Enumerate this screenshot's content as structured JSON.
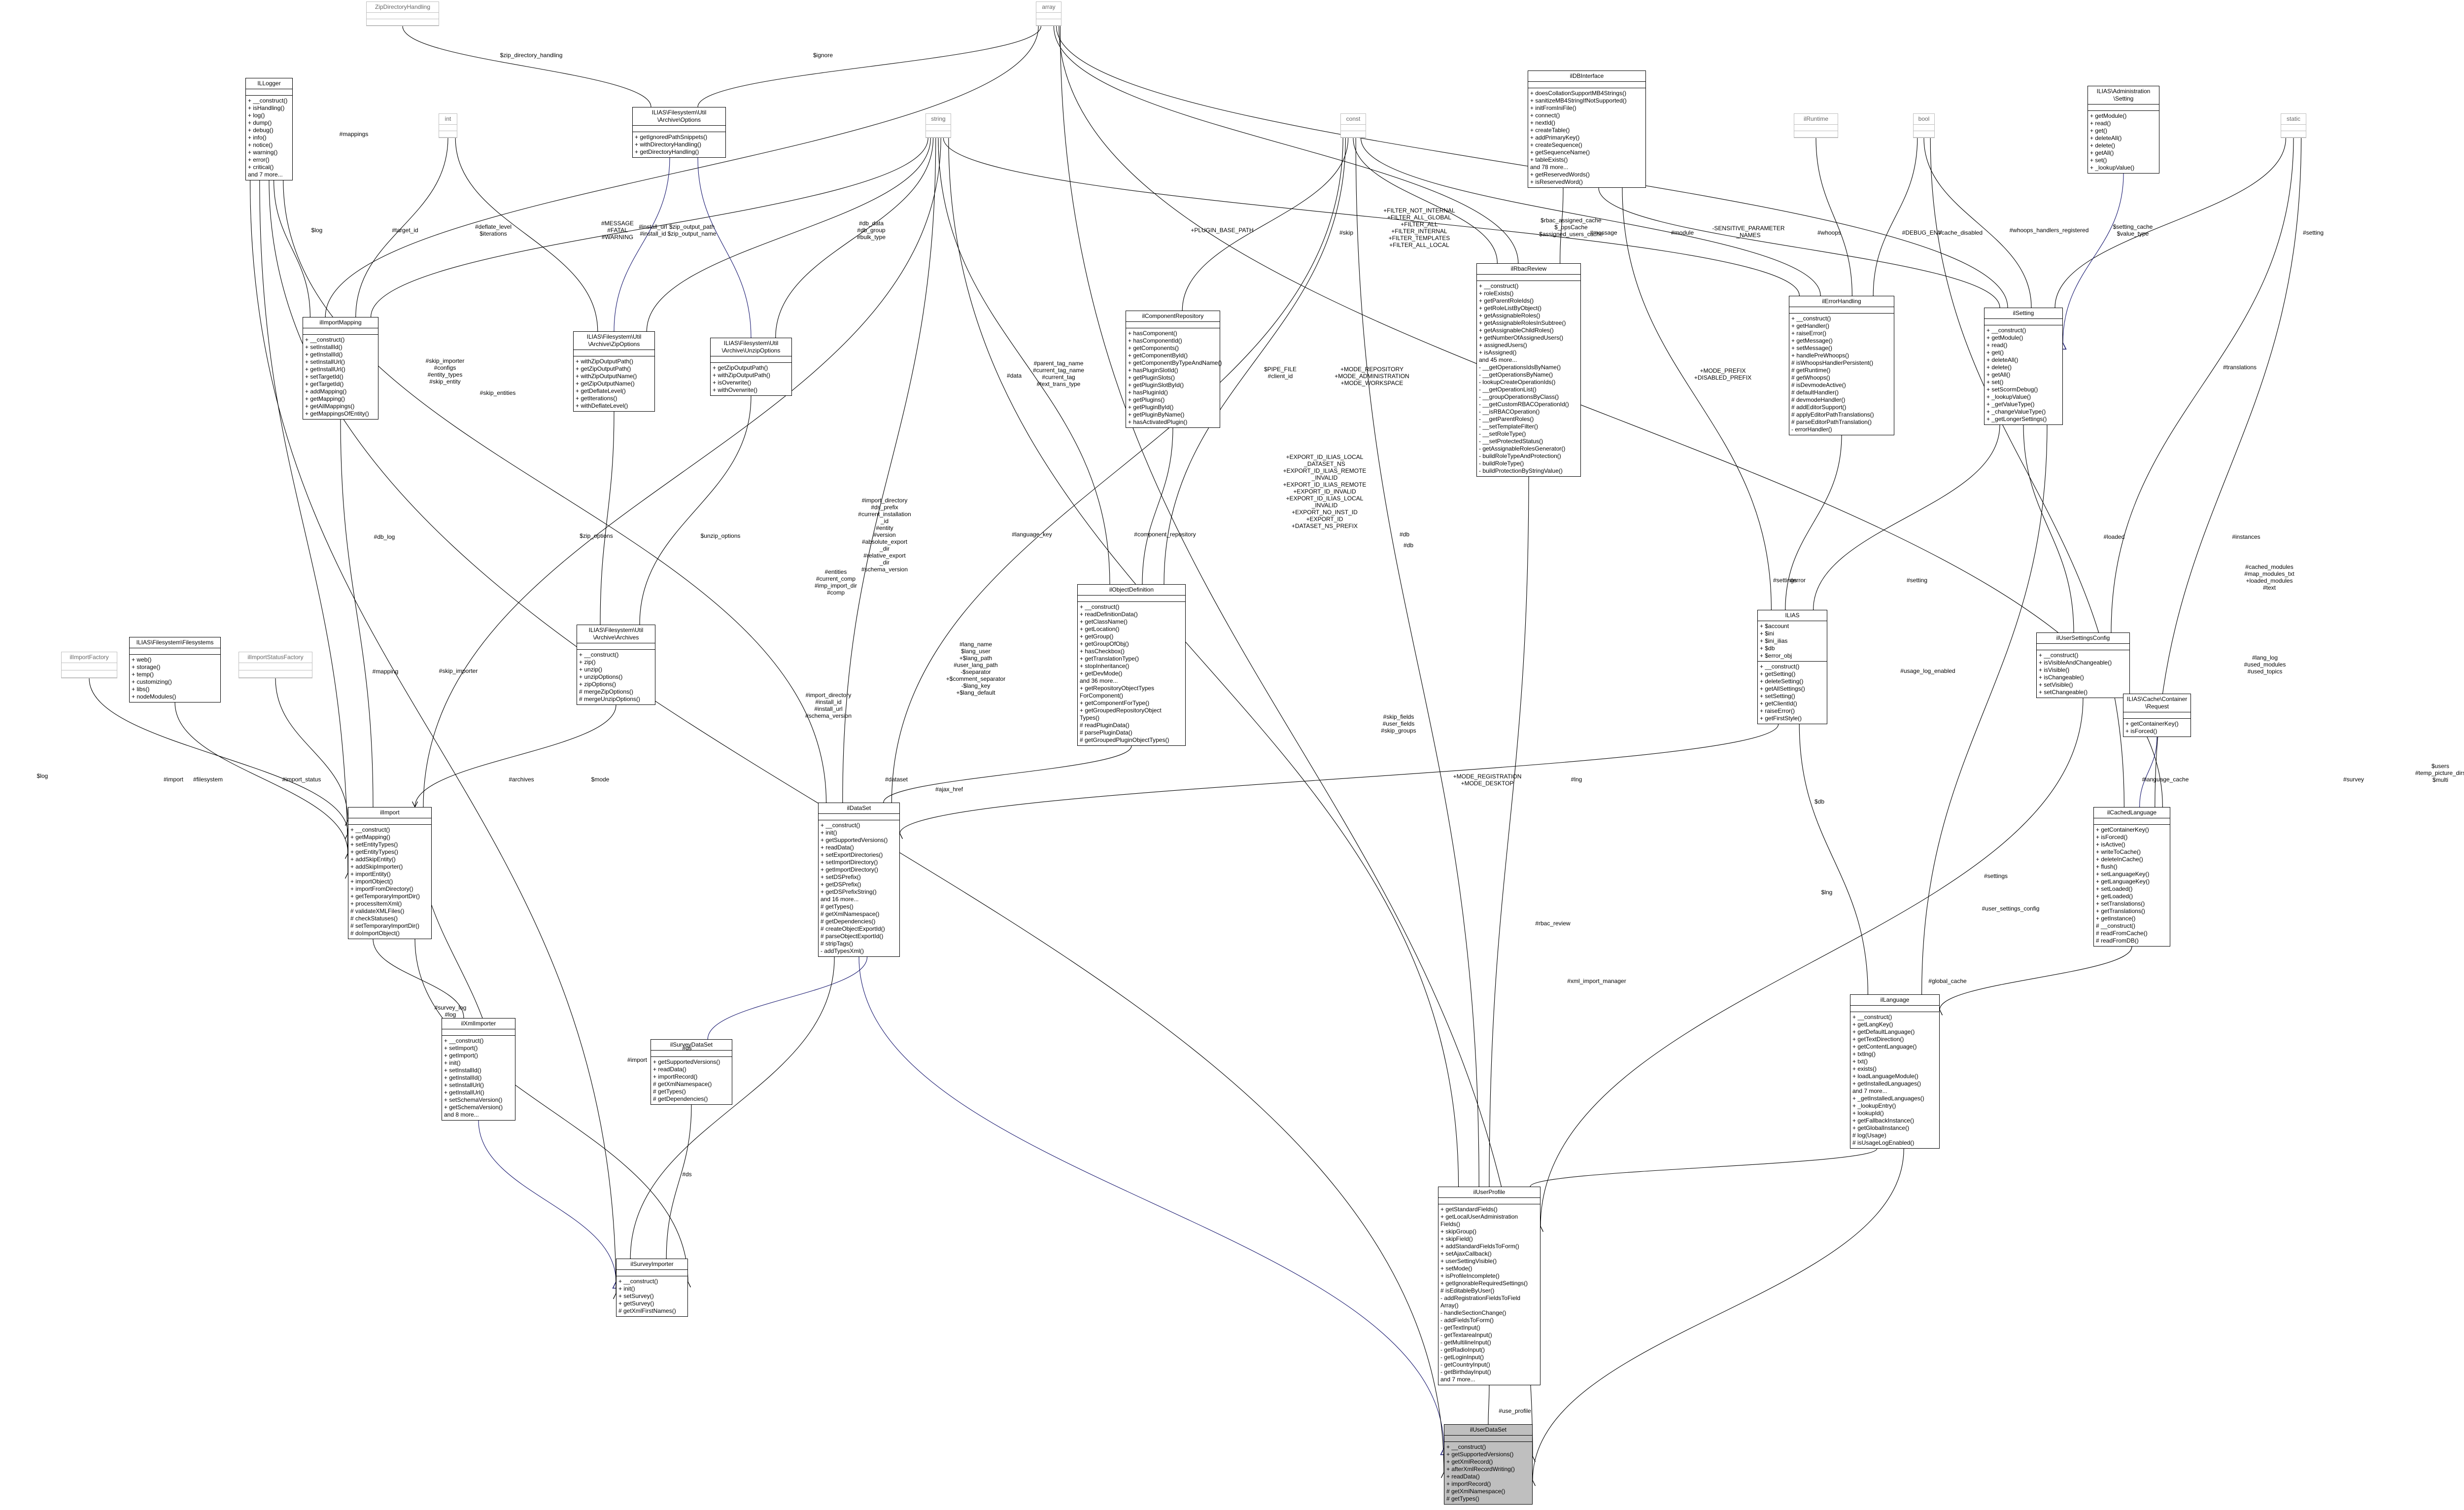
{
  "colors": {
    "edge": "#000000",
    "inherit": "#191970",
    "gray_node_border": "#bfbfbf",
    "focus_fill": "#bfbfbf"
  },
  "nodes": {
    "array": "array",
    "zipdir": "ZipDirectoryHandling",
    "ilogger": "ILLogger",
    "int": "int",
    "string": "string",
    "const": "const",
    "ildbinterface": "ilDBInterface",
    "ilruntime": "ilRuntime",
    "bool": "bool",
    "iladminsetting": "ILIAS\\Administration\n\\Setting",
    "static": "static",
    "archiveoptions": "ILIAS\\Filesystem\\Util\n\\Archive\\Options",
    "zipoptions": "ILIAS\\Filesystem\\Util\n\\Archive\\ZipOptions",
    "unzipoptions": "ILIAS\\Filesystem\\Util\n\\Archive\\UnzipOptions",
    "archives": "ILIAS\\Filesystem\\Util\n\\Archive\\Archives",
    "importmapping": "ilImportMapping",
    "ilrbacreview": "ilRbacReview",
    "ilcomponentrepo": "ilComponentRepository",
    "ilerrorhandling": "ilErrorHandling",
    "ilsetting": "ilSetting",
    "ilobjectdefinition": "ilObjectDefinition",
    "ilias": "ILIAS",
    "ilusersettingsconfig": "ilUserSettingsConfig",
    "cachecontainer": "ILIAS\\Cache\\Container\n\\Request",
    "ilimportfactory": "ilImportFactory",
    "filesystems": "ILIAS\\Filesystem\\Filesystems",
    "ilimportstatusfactory": "ilImportStatusFactory",
    "ilimport": "ilImport",
    "ildataset": "ilDataSet",
    "ilcachedlanguage": "ilCachedLanguage",
    "ilxmlimporter": "ilXmlImporter",
    "ilsurveydataset": "ilSurveyDataSet",
    "illanguage": "ilLanguage",
    "ilsurveyimporter": "ilSurveyImporter",
    "iluserprofile": "ilUserProfile",
    "iluserdataset": "ilUserDataSet"
  },
  "members": {
    "ilogger": [
      "+ __construct()\n+ isHandling()\n+ log()\n+ dump()\n+ debug()\n+ info()\n+ notice()\n+ warning()\n+ error()\n+ critical()\nand 7 more..."
    ],
    "ildbinterface": [
      "+ doesCollationSupportMB4Strings()\n+ sanitizeMB4StringIfNotSupported()\n+ initFromIniFile()\n+ connect()\n+ nextId()\n+ createTable()\n+ addPrimaryKey()\n+ createSequence()\n+ getSequenceName()\n+ tableExists()\nand 78 more...\n+ getReservedWords()\n+ isReservedWord()"
    ],
    "iladminsetting": [
      "+ getModule()\n+ read()\n+ get()\n+ deleteAll()\n+ delete()\n+ getAll()\n+ set()\n+ _lookupValue()"
    ],
    "archiveoptions": [
      "+ getIgnoredPathSnippets()\n+ withDirectoryHandling()\n+ getDirectoryHandling()"
    ],
    "zipoptions": [
      "+ withZipOutputPath()\n+ getZipOutputPath()\n+ withZipOutputName()\n+ getZipOutputName()\n+ getDeflateLevel()\n+ getIterations()\n+ withDeflateLevel()"
    ],
    "unzipoptions": [
      "+ getZipOutputPath()\n+ withZipOutputPath()\n+ isOverwrite()\n+ withOverwrite()"
    ],
    "archives": [
      "+ __construct()\n+ zip()\n+ unzip()\n+ unzipOptions()\n+ zipOptions()\n# mergeZipOptions()\n# mergeUnzipOptions()"
    ],
    "importmapping": [
      "+ __construct()\n+ setInstallId()\n+ getInstallId()\n+ setInstallUrl()\n+ getInstallUrl()\n+ setTargetId()\n+ getTargetId()\n+ addMapping()\n+ getMapping()\n+ getAllMappings()\n+ getMappingsOfEntity()"
    ],
    "ilrbacreview": [
      "+ __construct()\n+ roleExists()\n+ getParentRoleIds()\n+ getRoleListByObject()\n+ getAssignableRoles()\n+ getAssignableRolesInSubtree()\n+ getAssignableChildRoles()\n+ getNumberOfAssignedUsers()\n+ assignedUsers()\n+ isAssigned()\nand 45 more...\n- __getOperationsIdsByName()\n- __getOperationsByName()\n- lookupCreateOperationIds()\n- __getOperationList()\n- __groupOperationsByClass()\n- __getCustomRBACOperationId()\n- __isRBACOperation()\n- __getParentRoles()\n- __setTemplateFilter()\n- __setRoleType()\n- __setProtectedStatus()\n- getAssignableRolesGenerator()\n- buildRoleTypeAndProtection()\n- buildRoleType()\n- buildProtectionByStringValue()"
    ],
    "ilcomponentrepo": [
      "+ hasComponent()\n+ hasComponentId()\n+ getComponents()\n+ getComponentById()\n+ getComponentByTypeAndName()\n+ hasPluginSlotId()\n+ getPluginSlots()\n+ getPluginSlotById()\n+ hasPluginId()\n+ getPlugins()\n+ getPluginById()\n+ getPluginByName()\n+ hasActivatedPlugin()"
    ],
    "ilerrorhandling": [
      "+ __construct()\n+ getHandler()\n+ raiseError()\n+ getMessage()\n+ setMessage()\n+ handlePreWhoops()\n# isWhoopsHandlerPersistent()\n# getRuntime()\n# getWhoops()\n# isDevmodeActive()\n# defaultHandler()\n# devmodeHandler()\n# addEditorSupport()\n# applyEditorPathTranslations()\n# parseEditorPathTranslation()\n- errorHandler()"
    ],
    "ilsetting": [
      "+ __construct()\n+ getModule()\n+ read()\n+ get()\n+ deleteAll()\n+ delete()\n+ getAll()\n+ set()\n+ setScormDebug()\n+ _lookupValue()\n+ _getValueType()\n+ _changeValueType()\n+ _getLongerSettings()"
    ],
    "ilobjectdefinition": [
      "+ __construct()\n+ readDefinitionData()\n+ getClassName()\n+ getLocation()\n+ getGroup()\n+ getGroupOfObj()\n+ hasCheckbox()\n+ getTranslationType()\n+ stopInheritance()\n+ getDevMode()\nand 36 more...\n+ getRepositoryObjectTypes\nForComponent()\n+ getComponentForType()\n+ getGroupedRepositoryObject\nTypes()\n# readPluginData()\n# parsePluginData()\n# getGroupedPluginObjectTypes()"
    ],
    "ilias": [
      "+ $account\n+ $ini\n+ $ini_ilias\n+ $db\n+ $error_obj",
      "+ __construct()\n+ getSetting()\n+ deleteSetting()\n+ getAllSettings()\n+ setSetting()\n+ getClientId()\n+ raiseError()\n+ getFirstStyle()"
    ],
    "ilusersettingsconfig": [
      "+ __construct()\n+ isVisibleAndChangeable()\n+ isVisible()\n+ isChangeable()\n+ setVisible()\n+ setChangeable()"
    ],
    "cachecontainer": [
      "+ getContainerKey()\n+ isForced()"
    ],
    "filesystems": [
      "+ web()\n+ storage()\n+ temp()\n+ customizing()\n+ libs()\n+ nodeModules()"
    ],
    "ilimport": [
      "+ __construct()\n+ getMapping()\n+ setEntityTypes()\n+ getEntityTypes()\n+ addSkipEntity()\n+ addSkipImporter()\n+ importEntity()\n+ importObject()\n+ importFromDirectory()\n+ getTemporaryImportDir()\n+ processItemXml()\n# validateXMLFiles()\n# checkStatuses()\n# setTemporaryImportDir()\n# doImportObject()"
    ],
    "ildataset": [
      "+ __construct()\n+ init()\n+ getSupportedVersions()\n+ readData()\n+ setExportDirectories()\n+ setImportDirectory()\n+ getImportDirectory()\n+ setDSPrefix()\n+ getDSPrefix()\n+ getDSPrefixString()\nand 16 more...\n# getTypes()\n# getXmlNamespace()\n# getDependencies()\n# createObjectExportId()\n# parseObjectExportId()\n# stripTags()\n- addTypesXml()"
    ],
    "ilcachedlanguage": [
      "+ getContainerKey()\n+ isForced()\n+ isActive()\n+ writeToCache()\n+ deleteInCache()\n+ flush()\n+ setLanguageKey()\n+ getLanguageKey()\n+ setLoaded()\n+ getLoaded()\n+ setTranslations()\n+ getTranslations()\n+ getInstance()\n# __construct()\n# readFromCache()\n# readFromDB()"
    ],
    "ilxmlimporter": [
      "+ __construct()\n+ setImport()\n+ getImport()\n+ init()\n+ setInstallId()\n+ getInstallId()\n+ setInstallUrl()\n+ getInstallUrl()\n+ setSchemaVersion()\n+ getSchemaVersion()\nand 8 more..."
    ],
    "ilsurveydataset": [
      "+ getSupportedVersions()\n+ readData()\n+ importRecord()\n# getXmlNamespace()\n# getTypes()\n# getDependencies()"
    ],
    "illanguage": [
      "+ __construct()\n+ getLangKey()\n+ getDefaultLanguage()\n+ getTextDirection()\n+ getContentLanguage()\n+ txtlng()\n+ txt()\n+ exists()\n+ loadLanguageModule()\n+ getInstalledLanguages()\nand 7 more...\n+ _getInstalledLanguages()\n+ _lookupEntry()\n+ lookupId()\n+ getFallbackInstance()\n+ getGlobalInstance()\n# log(Usage)\n# isUsageLogEnabled()"
    ],
    "ilsurveyimporter": [
      "+ __construct()\n+ init()\n+ setSurvey()\n+ getSurvey()\n# getXmlFirstNames()"
    ],
    "iluserprofile": [
      "+ getStandardFields()\n+ getLocalUserAdministration\nFields()\n+ skipGroup()\n+ skipField()\n+ addStandardFieldsToForm()\n+ setAjaxCallback()\n+ userSettingVisible()\n+ setMode()\n+ isProfileIncomplete()\n+ getIgnorableRequiredSettings()\n# isEditableByUser()\n- addRegistrationFieldsToField\nArray()\n- handleSectionChange()\n- addFieldsToForm()\n- getTextInput()\n- getTextareaInput()\n- getMultilineInput()\n- getRadioInput()\n- getLoginInput()\n- getCountryInput()\n- getBirthdayInput()\nand 7 more..."
    ],
    "iluserdataset": [
      "+ __construct()\n+ getSupportedVersions()\n+ getXmlRecord()\n+ afterXmlRecordWriting()\n+ readData()\n+ importRecord()\n# getXmlNamespace()\n# getTypes()"
    ]
  },
  "edge_labels": [
    "$ignore",
    "$zip_directory_handling",
    "#mappings",
    "+PLUGIN_BASE_PATH",
    "$PIPE_FILE\n#client_id",
    "+FILTER_NOT_INTERNAL\n+FILTER_ALL_GLOBAL\n+FILTER_ALL\n+FILTER_INTERNAL\n+FILTER_TEMPLATES\n+FILTER_ALL_LOCAL",
    "$rbac_assigned_cache\n$_opsCache\n$assigned_users_cache",
    "-SENSITIVE_PARAMETER\n_NAMES",
    "#whoops_handlers_registered",
    "#MESSAGE\n#FATAL\n#WARNING",
    "+MODE_REPOSITORY\n+MODE_ADMINISTRATION\n+MODE_WORKSPACE",
    "+MODE_PREFIX\n+DISABLED_PREFIX",
    "$setting_cache\n$value_type",
    "#target_id",
    "#deflate_level\n$iterations",
    "#install_url\n#install_id",
    "$zip_output_path\n$zip_output_name",
    "#db_data\n#db_group\n#bulk_type",
    "#parent_tag_name\n#current_tag_name\n#current_tag\n#text_trans_type",
    "#translations",
    "+EXPORT_ID_ILIAS_LOCAL\n_DATASET_NS\n+EXPORT_ID_ILIAS_REMOTE\n_INVALID\n+EXPORT_ID_ILIAS_REMOTE\n+EXPORT_ID_INVALID\n+EXPORT_ID_ILIAS_LOCAL\n_INVALID\n+EXPORT_NO_INST_ID\n+EXPORT_ID\n+DATASET_NS_PREFIX",
    "#cached_modules\n#map_modules_txt\n+loaded_modules\n#text",
    "#import_directory\n#ds_prefix\n#current_installation\n_id\n#entity\n#version\n#absolute_export\n_dir\n#relative_export\n_dir\n#schema_version",
    "$log",
    "#skip_importer\n#configs\n#entity_types\n#skip_entity",
    "#skip_entities",
    "#db_log",
    "#skip_importer",
    "$mode",
    "#user_settings_config",
    "#use_profile",
    "#ajax_href",
    "#lang_name\n$lang_user\n+$lang_path\n#user_lang_path\n-$separator\n+$comment_separator\n-$lang_key\n+$lang_default",
    "#lang_log\n#used_modules\n#used_topics",
    "#usage_log_enabled",
    "#global_cache",
    "$users\n#temp_picture_dirs\n$multi",
    "$log",
    "#mapping",
    "#import",
    "#filesystem",
    "#import_status",
    "#archives",
    "#dataset",
    "#ds",
    "#import_directory\n#install_id\n#install_url\n#schema_version",
    "#entities\n#current_comp\n#imp_import_dir\n#comp",
    "#language_key",
    "#ds",
    "#settings",
    "#error",
    "#setting",
    "#component_repository",
    "#db",
    "#skip_fields\n#user_fields\n#skip_groups",
    "+MODE_REGISTRATION\n+MODE_DESKTOP",
    "#lng",
    "#rbac_review",
    "#language_cache",
    "#setting",
    "#loaded",
    "#instances",
    "#survey",
    "#settings",
    "$lng",
    "#import",
    "#survey_log\n#log",
    "#xml_import_manager",
    "$db",
    "#db",
    "#data",
    "#skip",
    "#whoops",
    "#DEBUG_ENV",
    "#cache_disabled",
    "#module",
    "#message",
    "$zip_options",
    "$unzip_options"
  ]
}
